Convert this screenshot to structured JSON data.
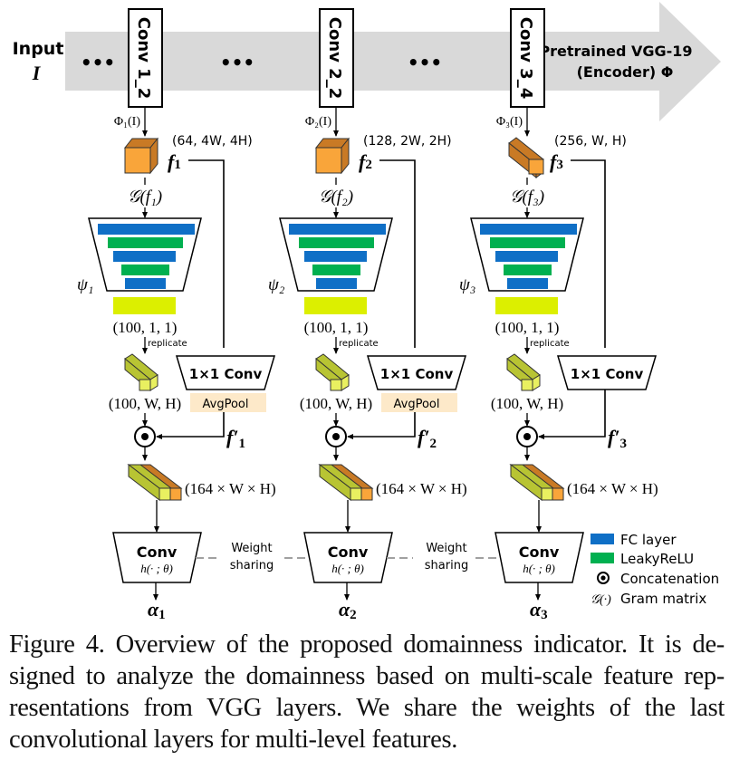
{
  "encoder": {
    "input_label": "Input",
    "input_symbol": "I",
    "ellipsis": "•••",
    "title_line1": "Pretrained VGG-19",
    "title_line2": "(Encoder) Φ"
  },
  "branches": [
    {
      "conv_layer": "Conv 1_2",
      "phi": "Φ₁(I)",
      "feature": "f",
      "feature_sub": "1",
      "feature_shape": "(64, 4W, 4H)",
      "gram": "𝒢(f₁)",
      "psi": "ψ₁",
      "vector_shape": "(100, 1, 1)",
      "replicate": "replicate",
      "replicated_shape": "(100, W, H)",
      "conv1x1": "1×1 Conv",
      "pool": "AvgPool",
      "feature_prime": "f′",
      "feature_prime_sub": "1",
      "concat_shape": "(164 × W × H)",
      "conv_title": "Conv",
      "conv_func": "h(· ; θ)",
      "alpha": "α",
      "alpha_sub": "1"
    },
    {
      "conv_layer": "Conv 2_2",
      "phi": "Φ₂(I)",
      "feature": "f",
      "feature_sub": "2",
      "feature_shape": "(128, 2W, 2H)",
      "gram": "𝒢(f₂)",
      "psi": "ψ₂",
      "vector_shape": "(100, 1, 1)",
      "replicate": "replicate",
      "replicated_shape": "(100, W, H)",
      "conv1x1": "1×1 Conv",
      "pool": "AvgPool",
      "feature_prime": "f′",
      "feature_prime_sub": "2",
      "concat_shape": "(164 × W × H)",
      "conv_title": "Conv",
      "conv_func": "h(· ; θ)",
      "alpha": "α",
      "alpha_sub": "2"
    },
    {
      "conv_layer": "Conv 3_4",
      "phi": "Φ₃(I)",
      "feature": "f",
      "feature_sub": "3",
      "feature_shape": "(256, W, H)",
      "gram": "𝒢(f₃)",
      "psi": "ψ₃",
      "vector_shape": "(100, 1, 1)",
      "replicate": "replicate",
      "replicated_shape": "(100, W, H)",
      "conv1x1": "1×1 Conv",
      "pool": "",
      "feature_prime": "f′",
      "feature_prime_sub": "3",
      "concat_shape": "(164 × W × H)",
      "conv_title": "Conv",
      "conv_func": "h(· ; θ)",
      "alpha": "α",
      "alpha_sub": "3"
    }
  ],
  "weight_sharing": {
    "line1": "Weight",
    "line2": "sharing"
  },
  "legend": {
    "fc": "FC layer",
    "leaky": "LeakyReLU",
    "concat_symbol": "⊙",
    "concat": "Concatenation",
    "gram_symbol": "𝒢(·)",
    "gram": "Gram matrix"
  },
  "colors": {
    "fc_blue": "#0f6fc6",
    "leaky_green": "#00b050",
    "vector_yellow": "#dcef00",
    "feature_orange": "#f9a53a",
    "feature_orange_dark": "#c97a25",
    "replicate_yellow": "#e9f060",
    "replicate_yellow_dark": "#b8c433",
    "encoder_gray": "#d9d9d9",
    "pool_bg": "#fde9c9",
    "dash_gray": "#a0a0a0"
  },
  "caption": {
    "lines": [
      "Figure 4. Overview of the proposed domainness indicator. It is de-",
      "signed to analyze the domainness based on multi-scale feature rep-",
      "resentations from VGG layers. We share the weights of the last",
      "convolutional layers for multi-level features."
    ]
  }
}
